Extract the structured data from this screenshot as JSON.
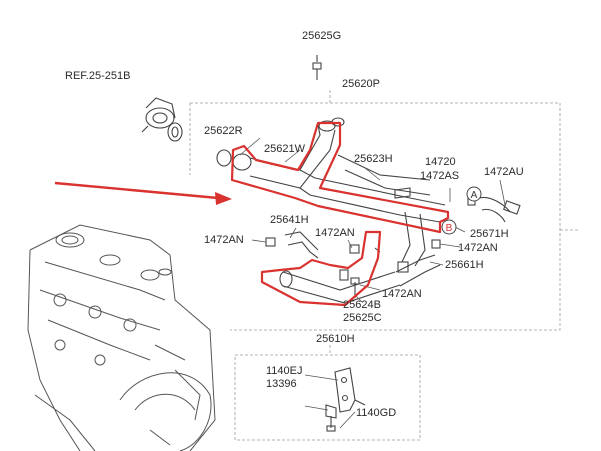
{
  "labels": {
    "p25625G": "25625G",
    "p25620P": "25620P",
    "ref": "REF.25-251B",
    "p25622R": "25622R",
    "p25621W": "25621W",
    "p25623H": "25623H",
    "p14720": "14720",
    "p1472AS": "1472AS",
    "p1472AU": "1472AU",
    "p25641H": "25641H",
    "p1472AN_a": "1472AN",
    "p1472AN_b": "1472AN",
    "p25671H": "25671H",
    "p1472AN_c": "1472AN",
    "p25661H": "25661H",
    "p1472AN_d": "1472AN",
    "p25624B": "25624B",
    "p25625C": "25625C",
    "p25610H": "25610H",
    "p1140EJ": "1140EJ",
    "p13396": "13396",
    "p1140GD": "1140GD",
    "callout_a": "A",
    "callout_b": "B"
  },
  "colors": {
    "highlight": "#d9322f",
    "line": "#4a4a4a",
    "dash": "#9a9a9a"
  }
}
